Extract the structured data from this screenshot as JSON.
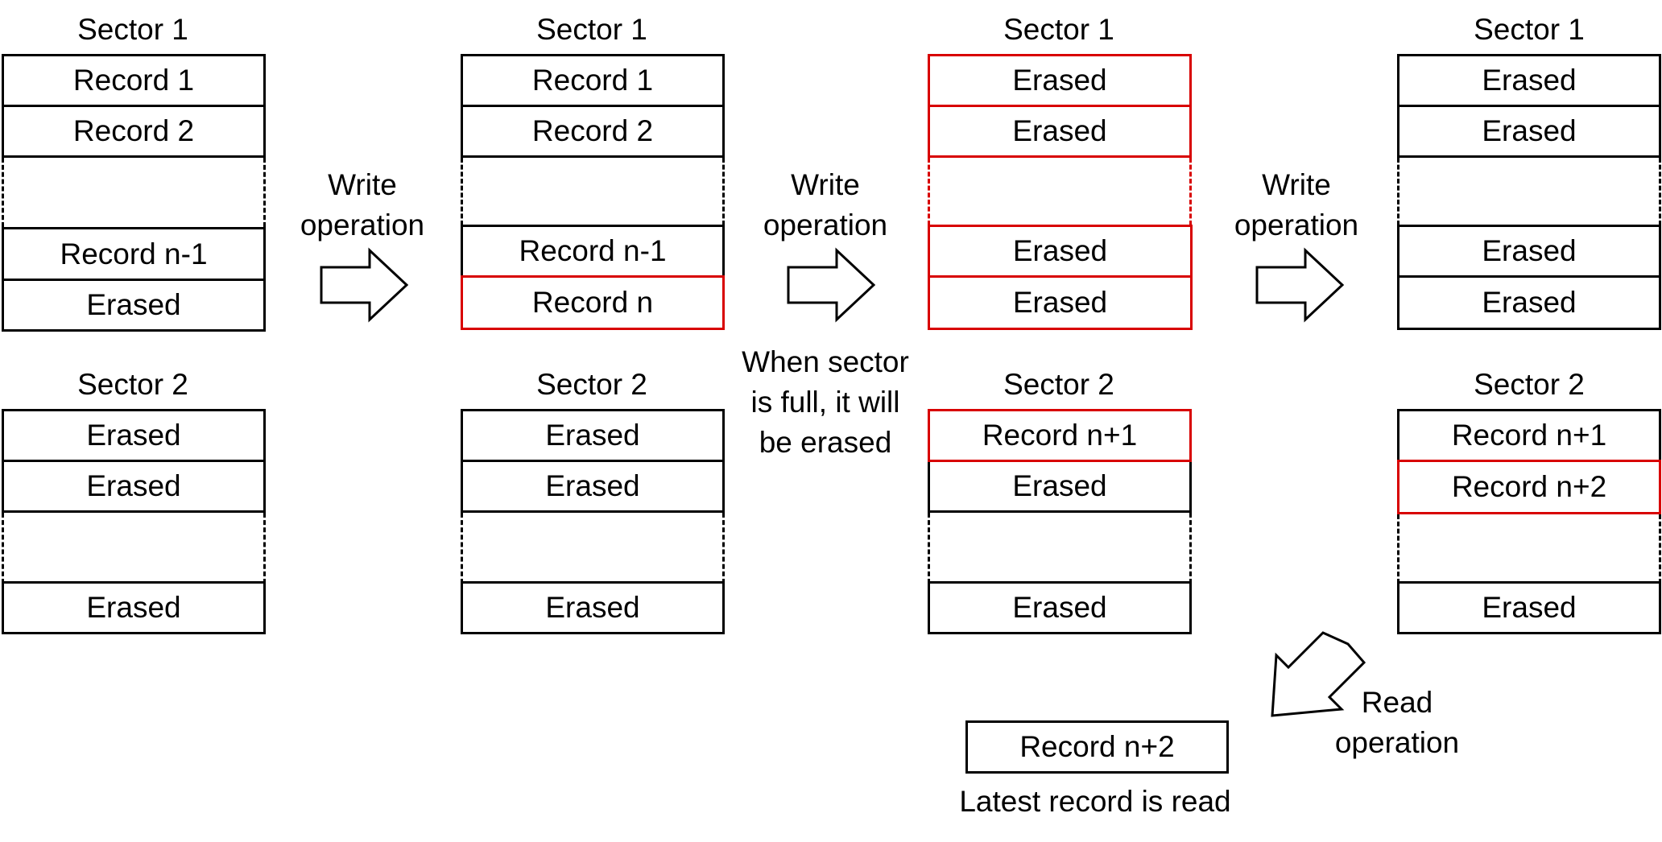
{
  "columns": [
    {
      "sector1": {
        "title": "Sector 1",
        "cells": [
          "Record 1",
          "Record 2",
          "",
          "Record n-1",
          "Erased"
        ]
      },
      "sector2": {
        "title": "Sector 2",
        "cells": [
          "Erased",
          "Erased",
          "",
          "Erased"
        ]
      }
    },
    {
      "sector1": {
        "title": "Sector 1",
        "cells": [
          "Record 1",
          "Record 2",
          "",
          "Record n-1",
          "Record n"
        ]
      },
      "sector2": {
        "title": "Sector 2",
        "cells": [
          "Erased",
          "Erased",
          "",
          "Erased"
        ]
      }
    },
    {
      "sector1": {
        "title": "Sector 1",
        "cells": [
          "Erased",
          "Erased",
          "",
          "Erased",
          "Erased"
        ]
      },
      "sector2": {
        "title": "Sector 2",
        "cells": [
          "Record n+1",
          "Erased",
          "",
          "Erased"
        ]
      }
    },
    {
      "sector1": {
        "title": "Sector 1",
        "cells": [
          "Erased",
          "Erased",
          "",
          "Erased",
          "Erased"
        ]
      },
      "sector2": {
        "title": "Sector 2",
        "cells": [
          "Record n+1",
          "Record n+2",
          "",
          "Erased"
        ]
      }
    }
  ],
  "arrows": {
    "write_1": {
      "line1": "Write",
      "line2": "operation"
    },
    "write_2": {
      "line1": "Write",
      "line2": "operation"
    },
    "write_3": {
      "line1": "Write",
      "line2": "operation"
    },
    "read": {
      "line1": "Read",
      "line2": "operation"
    }
  },
  "note_erase": {
    "line1": "When sector",
    "line2": "is full, it will",
    "line3": "be erased"
  },
  "result": {
    "record": "Record n+2",
    "caption": "Latest record is read"
  },
  "colors": {
    "highlight": "#d80000",
    "outline": "#000000"
  }
}
